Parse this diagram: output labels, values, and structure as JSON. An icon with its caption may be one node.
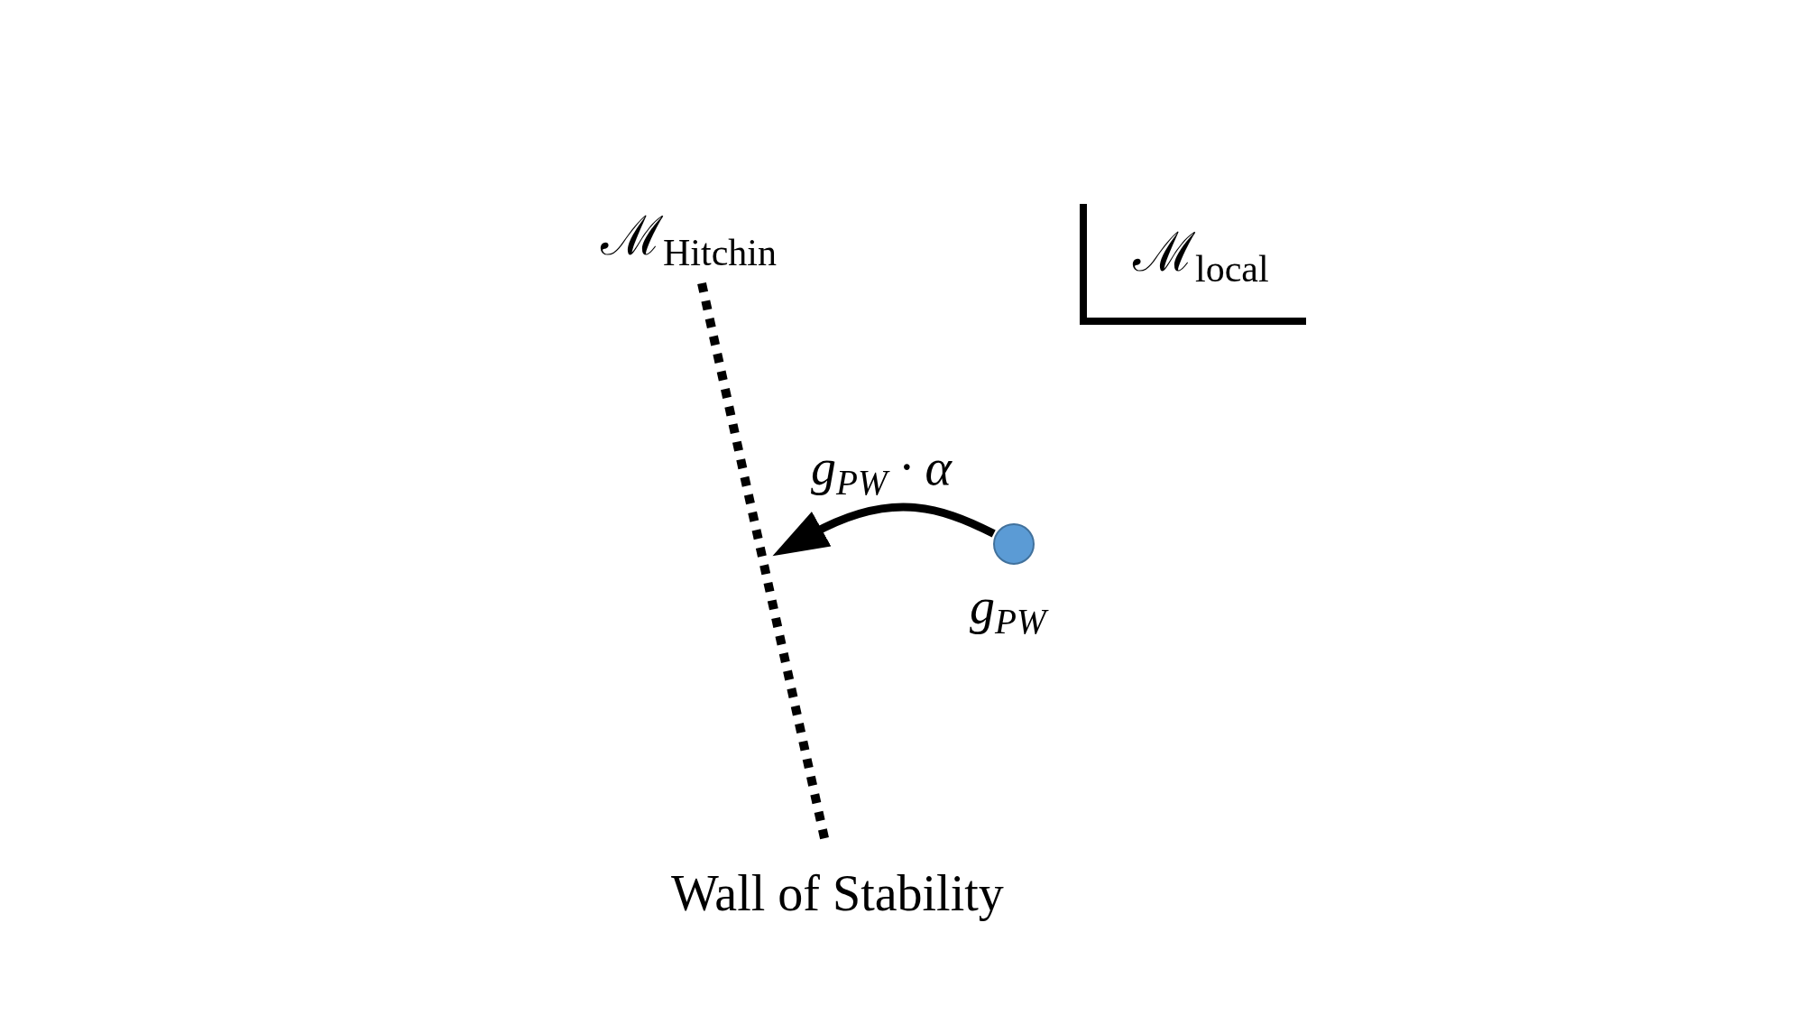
{
  "diagram": {
    "nodes": [
      {
        "text": [
          "Wall of Stability"
        ]
      },
      {
        "text": [],
        "shape": "circle"
      }
    ],
    "edges": [
      {
        "from": 1,
        "to": 0,
        "arrow": "to",
        "label": "g$_{PW}$ · α"
      }
    ],
    "labels": [
      "ℳ$_{Hitchin}$",
      "ℳ$_{local}$",
      "g$_{PW}$"
    ]
  }
}
